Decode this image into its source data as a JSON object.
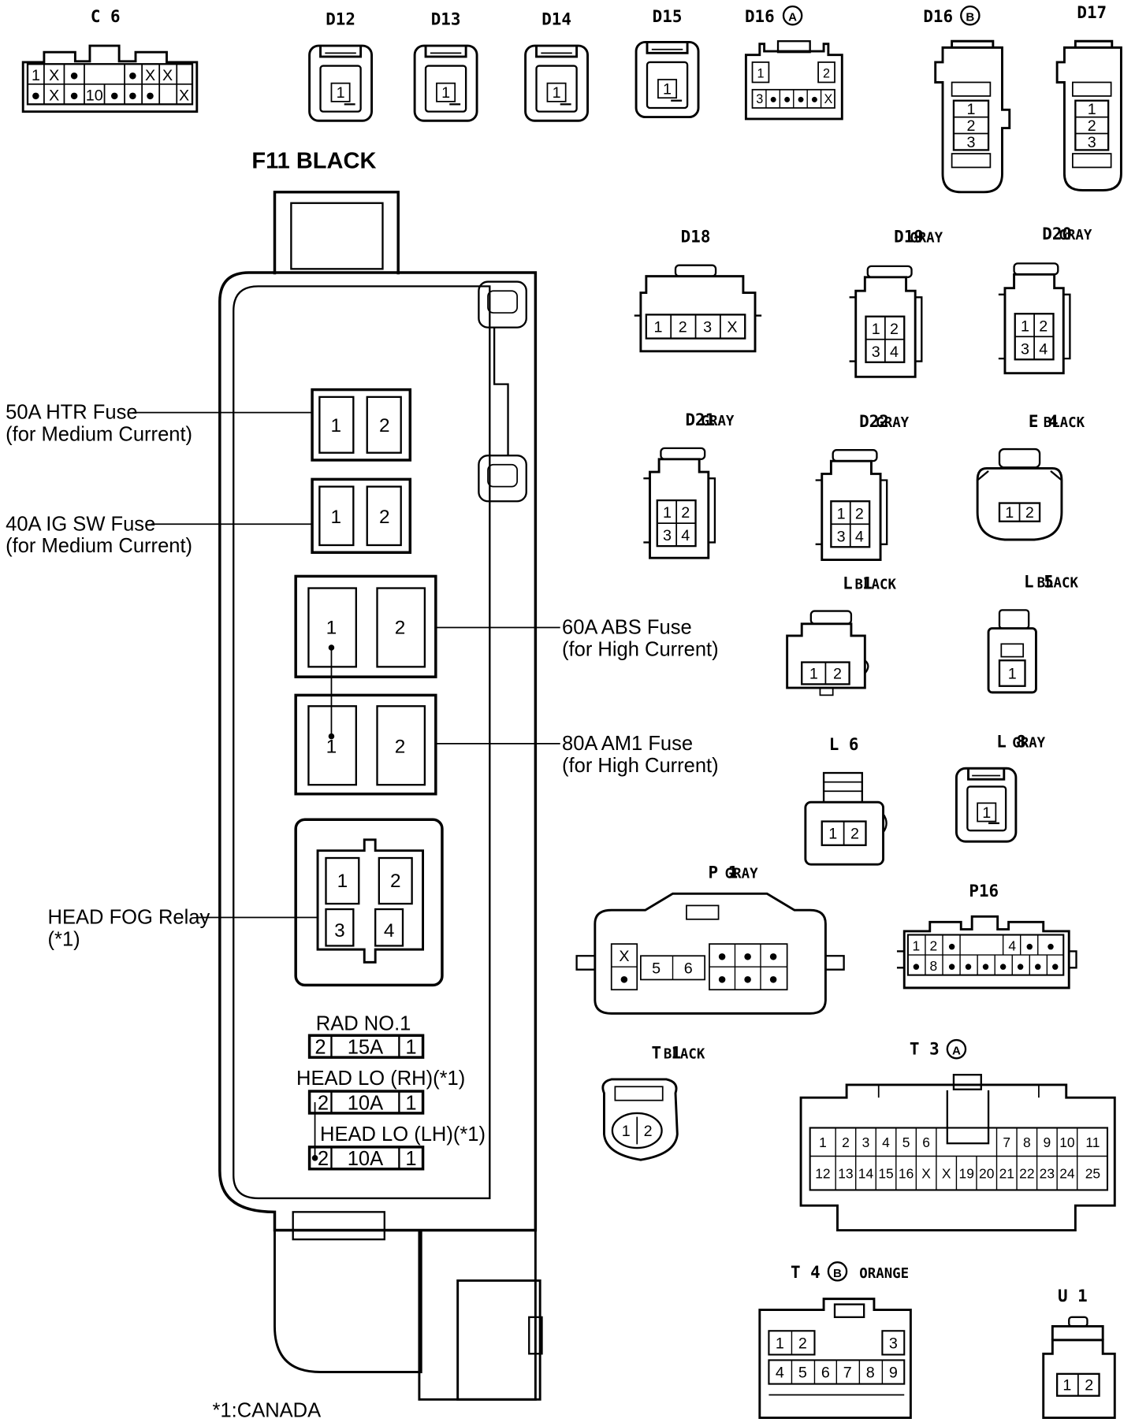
{
  "note": "*1:CANADA",
  "fuse_box": {
    "title": "F11 BLACK",
    "htr_fuse": {
      "line1": "50A HTR Fuse",
      "line2": "(for Medium Current)",
      "p1": "1",
      "p2": "2"
    },
    "igsw_fuse": {
      "line1": "40A IG SW Fuse",
      "line2": "(for Medium Current)",
      "p1": "1",
      "p2": "2"
    },
    "abs_fuse": {
      "line1": "60A ABS Fuse",
      "line2": "(for High Current)",
      "p1": "1",
      "p2": "2"
    },
    "am1_fuse": {
      "line1": "80A AM1 Fuse",
      "line2": "(for High Current)",
      "p1": "1",
      "p2": "2"
    },
    "fog_relay": {
      "line1": "HEAD FOG Relay",
      "line2": "(*1)",
      "p1": "1",
      "p2": "2",
      "p3": "3",
      "p4": "4"
    },
    "rad_fuse": {
      "label": "RAD NO.1",
      "left": "2",
      "rating": "15A",
      "right": "1"
    },
    "head_lo_rh": {
      "label": "HEAD LO (RH)(*1)",
      "left": "2",
      "rating": "10A",
      "right": "1"
    },
    "head_lo_lh": {
      "label": "HEAD LO (LH)(*1)",
      "left": "2",
      "rating": "10A",
      "right": "1"
    }
  },
  "connectors": {
    "c6": {
      "label": "C 6",
      "row1": [
        "1",
        "X",
        "●",
        "",
        "●",
        "X",
        "X"
      ],
      "row2": [
        "●",
        "X",
        "●",
        "10",
        "●",
        "●",
        "●",
        "X"
      ]
    },
    "d12": {
      "label": "D12",
      "pin": "1"
    },
    "d13": {
      "label": "D13",
      "pin": "1"
    },
    "d14": {
      "label": "D14",
      "pin": "1"
    },
    "d15": {
      "label": "D15",
      "pin": "1"
    },
    "d16a": {
      "label": "D16",
      "badge": "A",
      "top_left": "1",
      "top_right": "2",
      "row": [
        "3",
        "●",
        "●",
        "●",
        "●",
        "X"
      ]
    },
    "d16b": {
      "label": "D16",
      "badge": "B",
      "pins": [
        "1",
        "2",
        "3"
      ]
    },
    "d17": {
      "label": "D17",
      "pins": [
        "1",
        "2",
        "3"
      ]
    },
    "d18": {
      "label": "D18",
      "pins": [
        "1",
        "2",
        "3",
        "X"
      ]
    },
    "d19": {
      "label": "D19",
      "color": "GRAY",
      "pins": [
        "1",
        "2",
        "3",
        "4"
      ]
    },
    "d20": {
      "label": "D20",
      "color": "GRAY",
      "pins": [
        "1",
        "2",
        "3",
        "4"
      ]
    },
    "d21": {
      "label": "D21",
      "color": "GRAY",
      "pins": [
        "1",
        "2",
        "3",
        "4"
      ]
    },
    "d22": {
      "label": "D22",
      "color": "GRAY",
      "pins": [
        "1",
        "2",
        "3",
        "4"
      ]
    },
    "e4": {
      "label": "E 4",
      "color": "BLACK",
      "pins": [
        "1",
        "2"
      ]
    },
    "l1": {
      "label": "L 1",
      "color": "BLACK",
      "pins": [
        "1",
        "2"
      ]
    },
    "l5": {
      "label": "L 5",
      "color": "BLACK",
      "pin": "1"
    },
    "l6": {
      "label": "L 6",
      "pins": [
        "1",
        "2"
      ]
    },
    "l8": {
      "label": "L 8",
      "color": "GRAY",
      "pin": "1"
    },
    "p1": {
      "label": "P 1",
      "color": "GRAY",
      "pins": [
        "X",
        "●",
        "5",
        "6",
        "●",
        "●",
        "●",
        "●",
        "●",
        "●"
      ]
    },
    "p16": {
      "label": "P16",
      "row1": [
        "1",
        "2",
        "●",
        "4",
        "●",
        "●"
      ],
      "row2": [
        "●",
        "8",
        "●",
        "●",
        "●",
        "●",
        "●",
        "●",
        "●"
      ]
    },
    "t1": {
      "label": "T 1",
      "color": "BLACK",
      "pins": [
        "1",
        "2"
      ]
    },
    "t3a": {
      "label": "T 3",
      "badge": "A",
      "row1": [
        "1",
        "2",
        "3",
        "4",
        "5",
        "6",
        "7",
        "8",
        "9",
        "10",
        "11"
      ],
      "row2": [
        "12",
        "13",
        "14",
        "15",
        "16",
        "X",
        "X",
        "19",
        "20",
        "21",
        "22",
        "23",
        "24",
        "25"
      ]
    },
    "t4b": {
      "label": "T 4",
      "badge": "B",
      "color": "ORANGE",
      "row1": [
        "1",
        "2",
        "3"
      ],
      "row2": [
        "4",
        "5",
        "6",
        "7",
        "8",
        "9"
      ]
    },
    "u1": {
      "label": "U 1",
      "pins": [
        "1",
        "2"
      ]
    }
  }
}
